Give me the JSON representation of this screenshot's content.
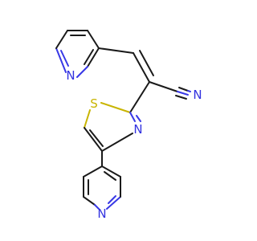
{
  "diagram": {
    "type": "chemical-structure",
    "atom_colors": {
      "N": "#3232e0",
      "S": "#c8b400",
      "C": "#1a1a1a"
    },
    "atoms": [
      {
        "id": "N_pyr_top",
        "symbol": "N"
      },
      {
        "id": "N_nitrile",
        "symbol": "N"
      },
      {
        "id": "S_thiazole",
        "symbol": "S"
      },
      {
        "id": "N_thiazole",
        "symbol": "N"
      },
      {
        "id": "N_pyr_bottom",
        "symbol": "N"
      }
    ]
  }
}
